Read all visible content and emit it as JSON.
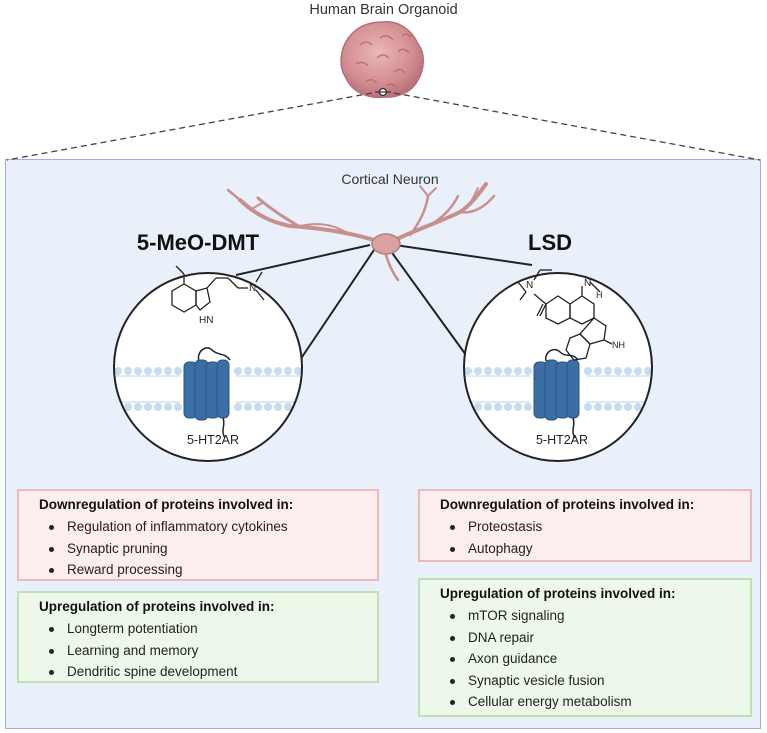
{
  "header": {
    "title": "Human Brain Organoid"
  },
  "neuron": {
    "label": "Cortical Neuron"
  },
  "left": {
    "drug": "5-MeO-DMT",
    "receptor": "5-HT2AR",
    "molecule_text": "HN",
    "down_title": "Downregulation of proteins involved in:",
    "down_items": [
      "Regulation of inflammatory cytokines",
      "Synaptic pruning",
      "Reward processing"
    ],
    "up_title": "Upregulation of proteins involved in:",
    "up_items": [
      "Longterm potentiation",
      "Learning and memory",
      "Dendritic spine development"
    ]
  },
  "right": {
    "drug": "LSD",
    "receptor": "5-HT2AR",
    "molecule_n": "N",
    "molecule_h": "H",
    "molecule_nh": "NH",
    "down_title": "Downregulation of proteins involved in:",
    "down_items": [
      "Proteostasis",
      "Autophagy"
    ],
    "up_title": "Upregulation of proteins involved in:",
    "up_items": [
      "mTOR signaling",
      "DNA repair",
      "Axon guidance",
      "Synaptic vesicle fusion",
      "Cellular energy metabolism"
    ]
  },
  "colors": {
    "panel_bg": "#e9f0f9",
    "panel_border": "#9db0d6",
    "neuron": "#c78f8d",
    "receptor": "#3b6ea5",
    "membrane": "#c7dcf0",
    "organoid": "#d99a9e",
    "down_bg": "#fcedef",
    "up_bg": "#eef8ea"
  }
}
